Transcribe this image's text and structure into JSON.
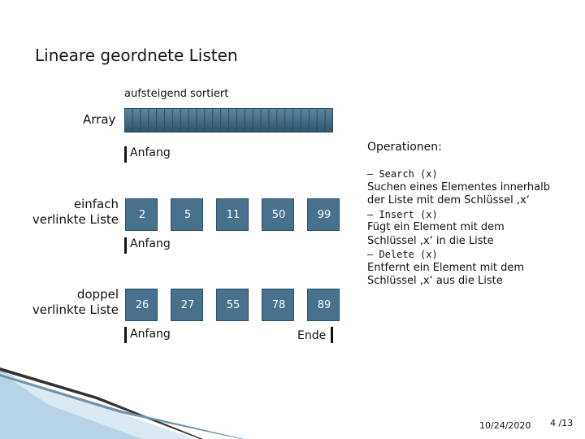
{
  "title": "Lineare geordnete Listen",
  "sorted_label": "aufsteigend sortiert",
  "array_label": "Array",
  "operations_heading": "Operationen:",
  "anfang_labels": [
    "Anfang",
    "Anfang",
    "Anfang"
  ],
  "ende_label": "Ende",
  "singly_label_line1": "einfach",
  "singly_label_line2": "verlinkte Liste",
  "doubly_label_line1": "doppel",
  "doubly_label_line2": "verlinkte Liste",
  "singly_values": [
    "2",
    "5",
    "11",
    "50",
    "99"
  ],
  "doubly_values": [
    "26",
    "27",
    "55",
    "78",
    "89"
  ],
  "operations": [
    {
      "code": "– Search (x)",
      "lines": [
        "Suchen eines Elementes innerhalb",
        "der Liste mit dem Schlüssel ‚x‘"
      ]
    },
    {
      "code": "– Insert (x)",
      "lines": [
        "Fügt ein Element mit dem",
        "Schlüssel ‚x‘ in die Liste"
      ]
    },
    {
      "code": "– Delete (x)",
      "lines": [
        "Entfernt ein Element mit dem",
        "Schlüssel ‚x‘ aus die Liste"
      ]
    }
  ],
  "date": "10/24/2020",
  "page_number": "4 /13",
  "colors": {
    "node": "#47718c",
    "array": "#3f6a86"
  }
}
